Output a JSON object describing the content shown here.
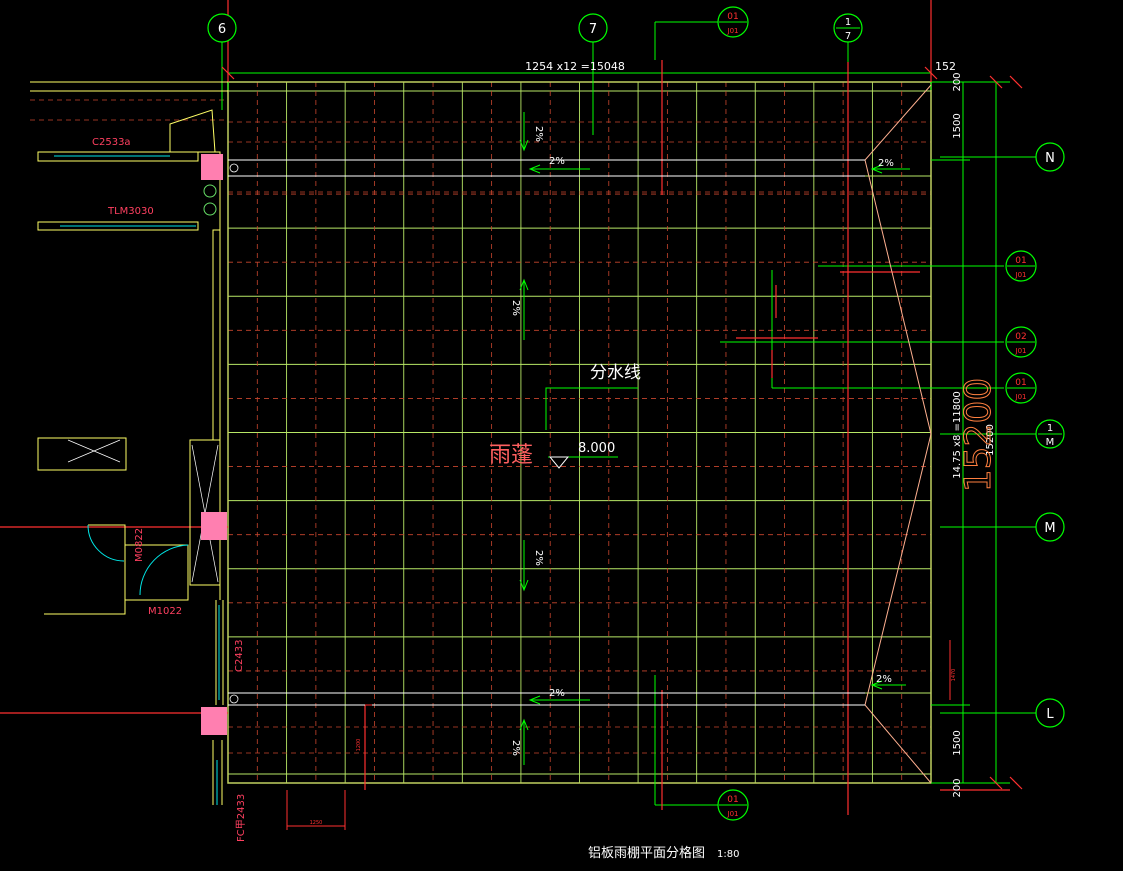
{
  "title": "铝板雨棚平面分格图",
  "scale": "1:80",
  "canopy_label": "雨蓬",
  "divider_label": "分水线",
  "elevation": "8.000",
  "top_dim": "1254 x12 =15048",
  "top_dim_end": "152",
  "right_dims": {
    "edge_top": "200",
    "segment_top": "1500",
    "middle": "14.75 x8 =11800",
    "total": "15200",
    "total_big": "15200",
    "segment_bottom": "1500",
    "edge_bottom": "200"
  },
  "small_dims": [
    "1200",
    "1250",
    "1470"
  ],
  "slope": "2%",
  "axis_labels": {
    "col_6": "6",
    "col_7": "7",
    "col_1_7_top": "1",
    "col_1_7_bottom": "7",
    "row_N": "N",
    "row_1_M_top": "1",
    "row_1_M_bottom": "M",
    "row_M": "M",
    "row_L": "L"
  },
  "detail_refs": [
    {
      "num": "01",
      "sheet": "J01"
    },
    {
      "num": "01",
      "sheet": "J01"
    },
    {
      "num": "02",
      "sheet": "J01"
    },
    {
      "num": "01",
      "sheet": "J01"
    },
    {
      "num": "01",
      "sheet": "J01"
    }
  ],
  "room_labels": [
    "C2533a",
    "TLM3030",
    "M0822",
    "M1022",
    "C2433",
    "FC甲2433"
  ],
  "colors": {
    "background": "#000000",
    "axis": "#00ff00",
    "grid_solid": "#b8e866",
    "grid_dashed": "#c8462e",
    "wall": "#ffff66",
    "red": "#ff3030",
    "text": "#ffffff",
    "magenta": "#ff7fb0",
    "cyan": "#00e6e6"
  }
}
